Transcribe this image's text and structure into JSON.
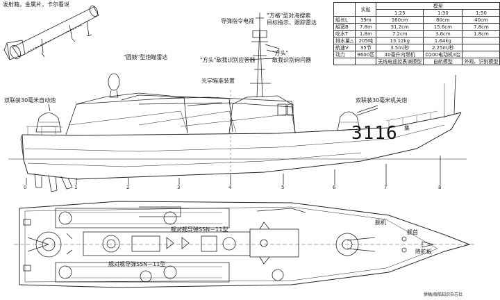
{
  "title_launcher": "发射箱，金属片，卡尔看说",
  "callouts": {
    "radar_cn": "\"方格\"型对海搜索",
    "radar_cn2": "目标指示、跟踪雷达",
    "guidance_radar": "导弹指令电视",
    "drum_radar": "\"圆鼓\"型炮瞄雷达",
    "square_tie": "\"方头\"敌我识别应答器",
    "square_tie2": "\"方头\"",
    "square_tie3": "敌我识别询问器",
    "optical_dir": "光学瞄准装置",
    "twin_gun_fwd": "双联装30毫米自动炮",
    "twin_gun_aft": "双联装30毫米机关炮",
    "wing": "集",
    "missile_top": "舰对舰导弹SSN－11型",
    "missile_bot": "舰对舰导弹SSN－11型",
    "engine": "舰机",
    "bow": "舰首",
    "hull_fairing": "降舵板",
    "credit": "供稿/舰船知识杂志社"
  },
  "hull_number": "3116",
  "station_labels": [
    "0",
    "1",
    "2",
    "3",
    "4",
    "5",
    "6",
    "7",
    "8"
  ],
  "table": {
    "header_left": "实船",
    "header_model": "模型",
    "scales": [
      "1:25",
      "1:30",
      "1:50"
    ],
    "rows": [
      {
        "name": "船长L",
        "real": "39m",
        "m1": "160cm",
        "m2": "80cm",
        "m3": "40cm"
      },
      {
        "name": "船宽B",
        "real": "7.8m",
        "m1": "31.2cm",
        "m2": "15.6cm",
        "m3": "7.8cm"
      },
      {
        "name": "吃水T",
        "real": "1.8m",
        "m1": "7.2cm",
        "m2": "3.6cm",
        "m3": "1.8cm"
      },
      {
        "name": "排水量△",
        "real": "205吨",
        "m1": "13.12kg",
        "m2": "1.64kg",
        "m3": ""
      },
      {
        "name": "航速V",
        "real": "35节",
        "m1": "3.5m/秒",
        "m2": "2.25m/秒",
        "m3": ""
      },
      {
        "name": "动力",
        "real": "9600匹",
        "m1": "40毫升内燃机",
        "m2": "D200电动机3台",
        "m3": ""
      },
      {
        "name": "",
        "real": "",
        "m1": "无线电遥控表演模型",
        "m2": "自航模型",
        "m3": "外观、识别模型"
      }
    ]
  }
}
